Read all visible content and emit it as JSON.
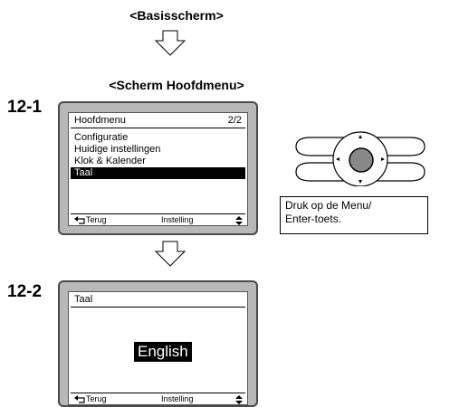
{
  "screens": {
    "basic_heading": "<Basisscherm>",
    "mainmenu_heading": "<Scherm Hoofdmenu>"
  },
  "steps": {
    "step1": "12-1",
    "step2": "12-2"
  },
  "menu_screen": {
    "title": "Hoofdmenu",
    "page": "2/2",
    "items": [
      {
        "label": "Configuratie",
        "selected": false
      },
      {
        "label": "Huidige instellingen",
        "selected": false
      },
      {
        "label": "Klok & Kalender",
        "selected": false
      },
      {
        "label": "Taal",
        "selected": true
      }
    ],
    "footer": {
      "back_label": "Terug",
      "set_label": "Instelling",
      "updown_icon": "updown-icon"
    }
  },
  "language_screen": {
    "title": "Taal",
    "value": "English",
    "footer": {
      "back_label": "Terug",
      "set_label": "Instelling",
      "updown_icon": "updown-icon"
    }
  },
  "callout": {
    "line1": "Druk op de Menu/",
    "line2": "Enter-toets."
  },
  "colors": {
    "device_frame": "#b8b8b8",
    "button_center": "#888888"
  }
}
